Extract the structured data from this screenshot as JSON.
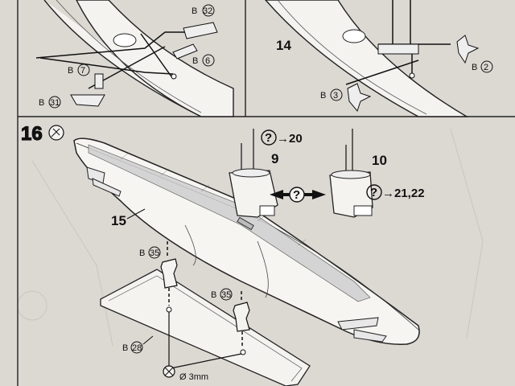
{
  "steps": {
    "step16": {
      "number": "16"
    },
    "panel_top_left": {
      "labels": {
        "b32": "B",
        "b32n": "32",
        "b6": "B",
        "b6n": "6",
        "b7": "B",
        "b7n": "7",
        "b31": "B",
        "b31n": "31"
      }
    },
    "panel_top_right": {
      "number": "14",
      "labels": {
        "b2": "B",
        "b2n": "2",
        "b3": "B",
        "b3n": "3"
      }
    }
  },
  "main": {
    "callout_15": "15",
    "callout_9": "9",
    "callout_10": "10",
    "ref_20": "→20",
    "ref_21_22": "→21,22",
    "question_mark": "?",
    "b35_a": "B",
    "b35_an": "35",
    "b35_b": "B",
    "b35_bn": "35",
    "b28": "B",
    "b28n": "28",
    "diameter": "Ø 3mm"
  },
  "colors": {
    "paper": "#dcd9d3",
    "ink": "#111111"
  }
}
